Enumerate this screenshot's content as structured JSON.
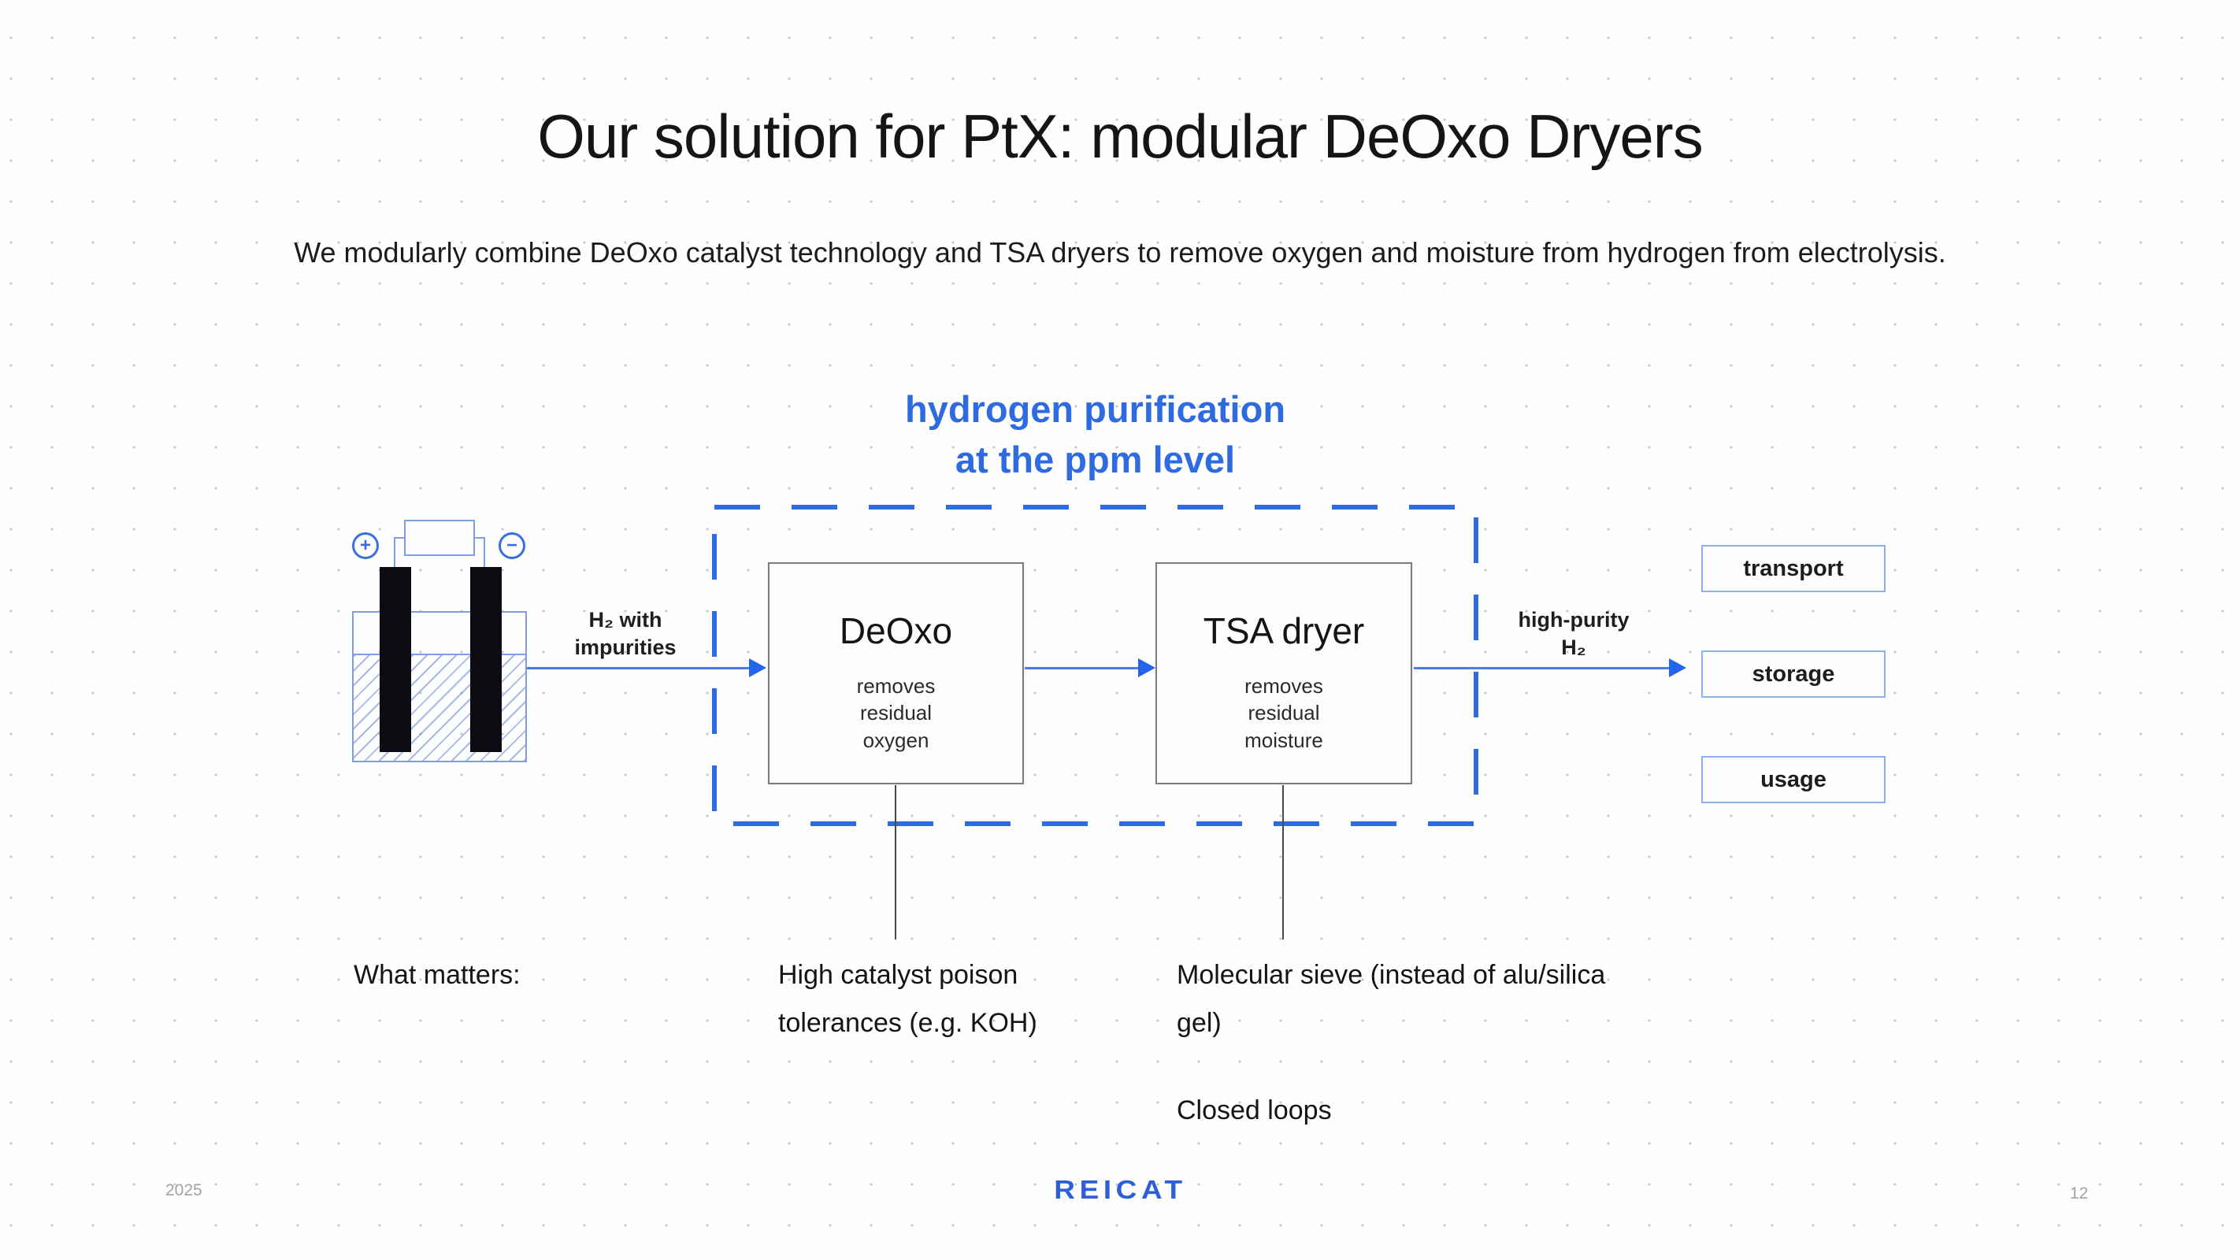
{
  "slide": {
    "title": "Our solution for PtX: modular DeOxo Dryers",
    "subtitle": "We modularly combine DeOxo catalyst technology and TSA dryers to remove oxygen and moisture from hydrogen from electrolysis.",
    "footer": {
      "year": "2025",
      "logo_text": "REICAT",
      "page_number": "12"
    }
  },
  "diagram": {
    "purification_heading": {
      "line1": "hydrogen purification",
      "line2": "at the ppm level"
    },
    "electrolysis": {
      "plus_symbol": "+",
      "minus_symbol": "−"
    },
    "input_label": {
      "line1": "H₂ with",
      "line2": "impurities"
    },
    "output_label": {
      "line1": "high-purity",
      "line2": "H₂"
    },
    "deoxo_box": {
      "title": "DeOxo",
      "description": "removes residual oxygen"
    },
    "tsa_box": {
      "title": "TSA dryer",
      "description": "removes residual moisture"
    },
    "destinations": [
      "transport",
      "storage",
      "usage"
    ]
  },
  "notes": {
    "heading": "What matters:",
    "deoxo_note": "High catalyst poison tolerances (e.g. KOH)",
    "tsa_note_1": "Molecular sieve (instead of alu/silica gel)",
    "tsa_note_2": "Closed loops"
  },
  "colors": {
    "accent_blue": "#2e6be0",
    "arrow_blue": "#4f7be3",
    "logo_blue": "#2f5fd8",
    "box_border_gray": "#7c7c7c",
    "destination_border_blue": "#8fb0ec",
    "text_dark": "#1a1a1a",
    "footer_gray": "#a3a3a3"
  }
}
